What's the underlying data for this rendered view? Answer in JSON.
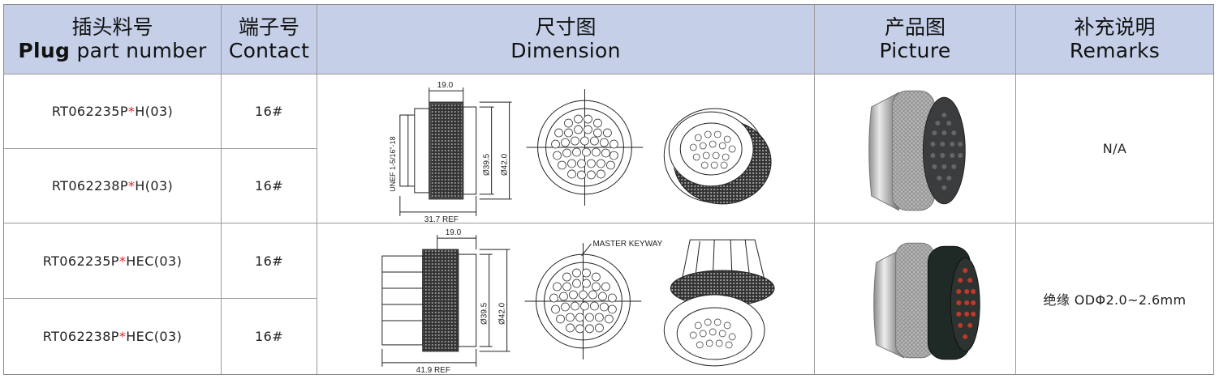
{
  "header": {
    "plug": {
      "zh": "插头料号",
      "en_bold": "Plug",
      "en_rest": " part number"
    },
    "contact": {
      "zh": "端子号",
      "en": "Contact"
    },
    "dimension": {
      "zh": "尺寸图",
      "en": "Dimension"
    },
    "picture": {
      "zh": "产品图",
      "en": "Picture"
    },
    "remarks": {
      "zh": "补充说明",
      "en": "Remarks"
    }
  },
  "rows": [
    {
      "part_prefix": "RT062235P",
      "part_star": "*",
      "part_suffix": "H(03)",
      "contact": "16#"
    },
    {
      "part_prefix": "RT062238P",
      "part_star": "*",
      "part_suffix": "H(03)",
      "contact": "16#"
    },
    {
      "part_prefix": "RT062235P",
      "part_star": "*",
      "part_suffix": "HEC(03)",
      "contact": "16#"
    },
    {
      "part_prefix": "RT062238P",
      "part_star": "*",
      "part_suffix": "HEC(03)",
      "contact": "16#"
    }
  ],
  "groups": [
    {
      "remark": "N/A",
      "dimension": {
        "top": "19.0",
        "bottom": "31.7 REF",
        "d1": "Ø39.5",
        "d2": "Ø42.0",
        "thread": "UNEF 1-5/16\"-18"
      }
    },
    {
      "remark": "绝缘 ODΦ2.0~2.6mm",
      "dimension": {
        "top": "19.0",
        "bottom": "41.9 REF",
        "d1": "Ø39.5",
        "d2": "Ø42.0",
        "keyway": "MASTER KEYWAY"
      }
    }
  ],
  "colors": {
    "header_bg": "#c5d0e8",
    "border": "#9a9a9a",
    "star": "#e0262a"
  }
}
